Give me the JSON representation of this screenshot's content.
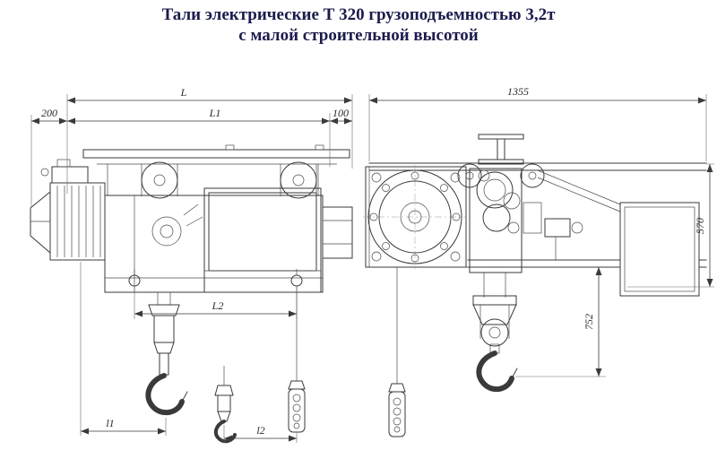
{
  "title": {
    "line1": "Тали электрические Т 320 грузоподъемностью 3,2т",
    "line2": "с малой строительной высотой"
  },
  "dimensions": {
    "L": "L",
    "L1": "L1",
    "L2": "L2",
    "n200": "200",
    "n100": "100",
    "l1": "l1",
    "l2": "l2",
    "n1355": "1355",
    "n570": "570",
    "n752": "752"
  },
  "colors": {
    "title": "#1b1b4d",
    "line": "#3a3a3a",
    "background": "#ffffff"
  }
}
